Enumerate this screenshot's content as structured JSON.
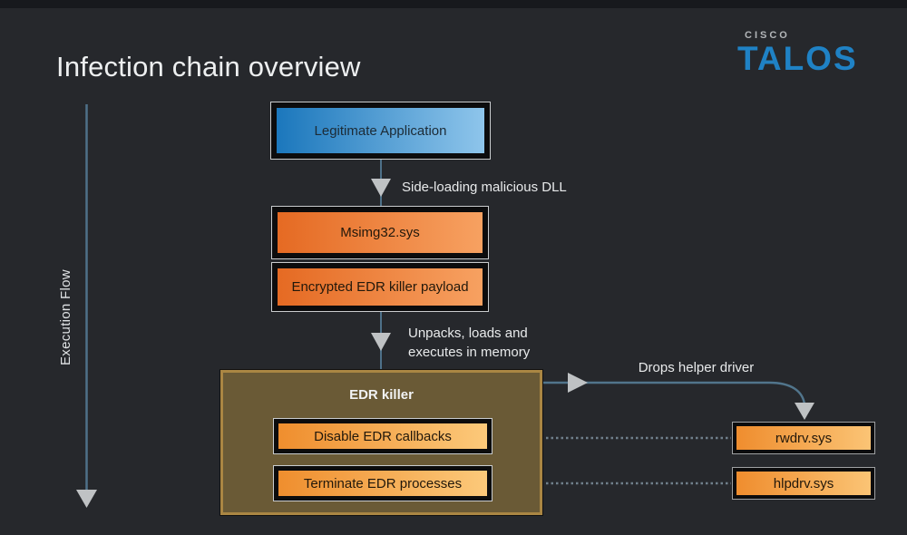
{
  "header": {
    "title": "Infection chain overview"
  },
  "logo": {
    "cisco": "CISCO",
    "talos": "TALOS"
  },
  "execution_flow": {
    "label": "Execution Flow"
  },
  "nodes": {
    "legitimate_app": "Legitimate Application",
    "msimg32": "Msimg32.sys",
    "encrypted_payload": "Encrypted EDR killer payload",
    "edr_killer_title": "EDR killer",
    "disable_callbacks": "Disable EDR callbacks",
    "terminate_processes": "Terminate EDR processes",
    "rwdrv": "rwdrv.sys",
    "hlpdrv": "hlpdrv.sys"
  },
  "edges": {
    "side_loading": "Side-loading malicious DLL",
    "unpacks_line1": "Unpacks, loads and",
    "unpacks_line2": "executes in memory",
    "drops_helper": "Drops helper driver"
  },
  "colors": {
    "background": "#26282c",
    "top_strip": "#17191d",
    "blue_box_start": "#1b77bc",
    "blue_box_end": "#8ec5eb",
    "orange_box_start": "#e56a23",
    "orange_box_end": "#f7a161",
    "light_orange_start": "#ef8e2e",
    "light_orange_end": "#fcc97a",
    "container_fill": "#6a5a36",
    "container_border": "#aa8643",
    "connector_line": "#4e7189",
    "arrow_fill": "#bfc2c4",
    "talos_blue": "#1f82c5"
  }
}
